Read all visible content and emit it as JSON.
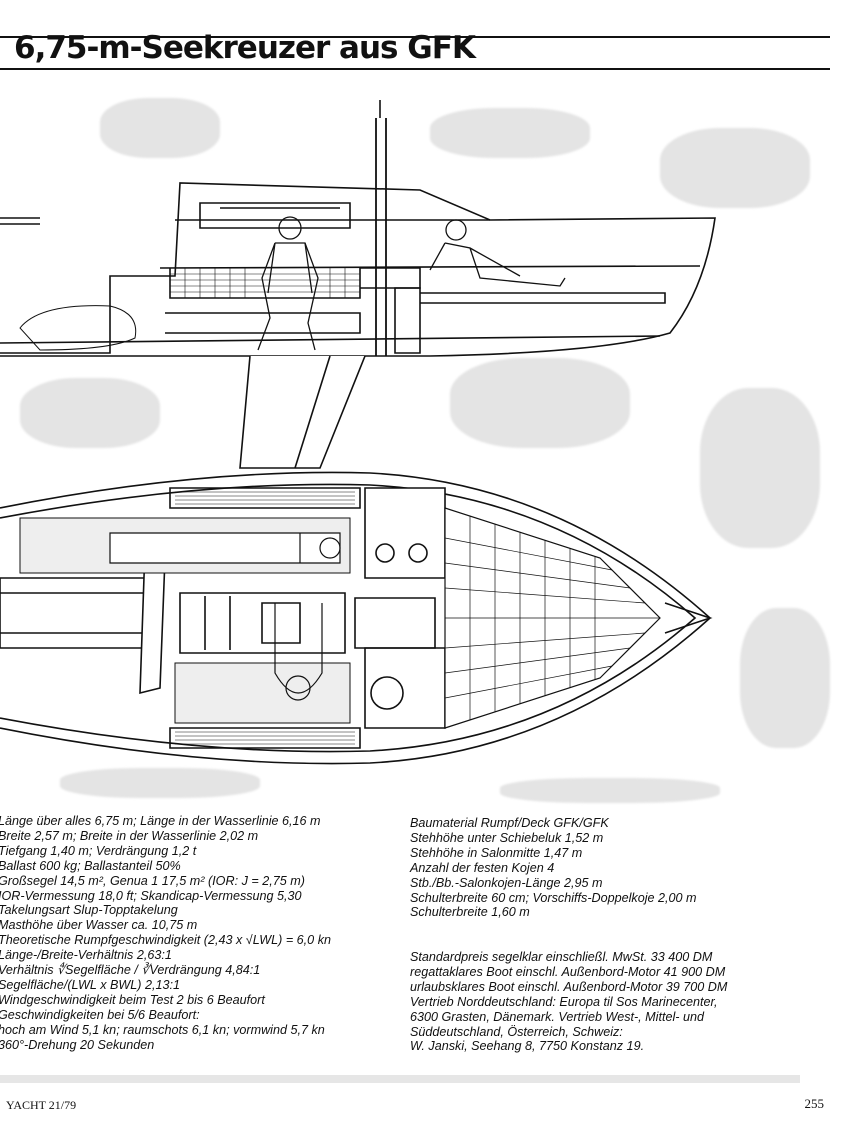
{
  "header": {
    "title": "6,75-m-Seekreuzer aus GFK"
  },
  "specs_left": [
    "Länge über alles 6,75 m; Länge in der Wasserlinie 6,16 m",
    "Breite 2,57 m; Breite in der Wasserlinie 2,02 m",
    "Tiefgang 1,40 m; Verdrängung 1,2 t",
    "Ballast 600 kg; Ballastanteil 50%",
    "Großsegel 14,5 m², Genua 1 17,5 m² (IOR: J = 2,75 m)",
    "IOR-Vermessung 18,0 ft; Skandicap-Vermessung 5,30",
    "Takelungsart Slup-Topptakelung",
    "Masthöhe über Wasser ca. 10,75 m",
    "Theoretische Rumpfgeschwindigkeit (2,43 x √LWL) = 6,0 kn",
    "Länge-/Breite-Verhältnis 2,63:1",
    "Verhältnis ∜Segelfläche / ∛Verdrängung 4,84:1",
    "Segelfläche/(LWL x BWL) 2,13:1",
    "Windgeschwindigkeit beim Test 2 bis 6 Beaufort",
    "Geschwindigkeiten bei 5/6 Beaufort:",
    "hoch am Wind 5,1 kn; raumschots 6,1 kn; vormwind 5,7 kn",
    "360°-Drehung 20 Sekunden"
  ],
  "specs_right": [
    "Baumaterial Rumpf/Deck GFK/GFK",
    "Stehhöhe unter Schiebeluk 1,52 m",
    "Stehhöhe in Salonmitte 1,47 m",
    "Anzahl der festen Kojen 4",
    "Stb./Bb.-Salonkojen-Länge 2,95 m",
    "Schulterbreite 60 cm; Vorschiffs-Doppelkoje 2,00 m",
    "Schulterbreite 1,60 m"
  ],
  "price_block": [
    "Standardpreis segelklar einschließl. MwSt. 33 400 DM",
    "regattaklares Boot einschl. Außenbord-Motor 41 900 DM",
    "urlaubsklares Boot einschl. Außenbord-Motor 39 700 DM",
    "Vertrieb Norddeutschland: Europa til Sos Marinecenter,",
    "6300 Grasten, Dänemark. Vertrieb West-, Mittel- und",
    "Süddeutschland, Österreich, Schweiz:",
    "W. Janski, Seehang 8, 7750 Konstanz 19."
  ],
  "footer": {
    "left": "YACHT 21/79",
    "right": "255"
  }
}
